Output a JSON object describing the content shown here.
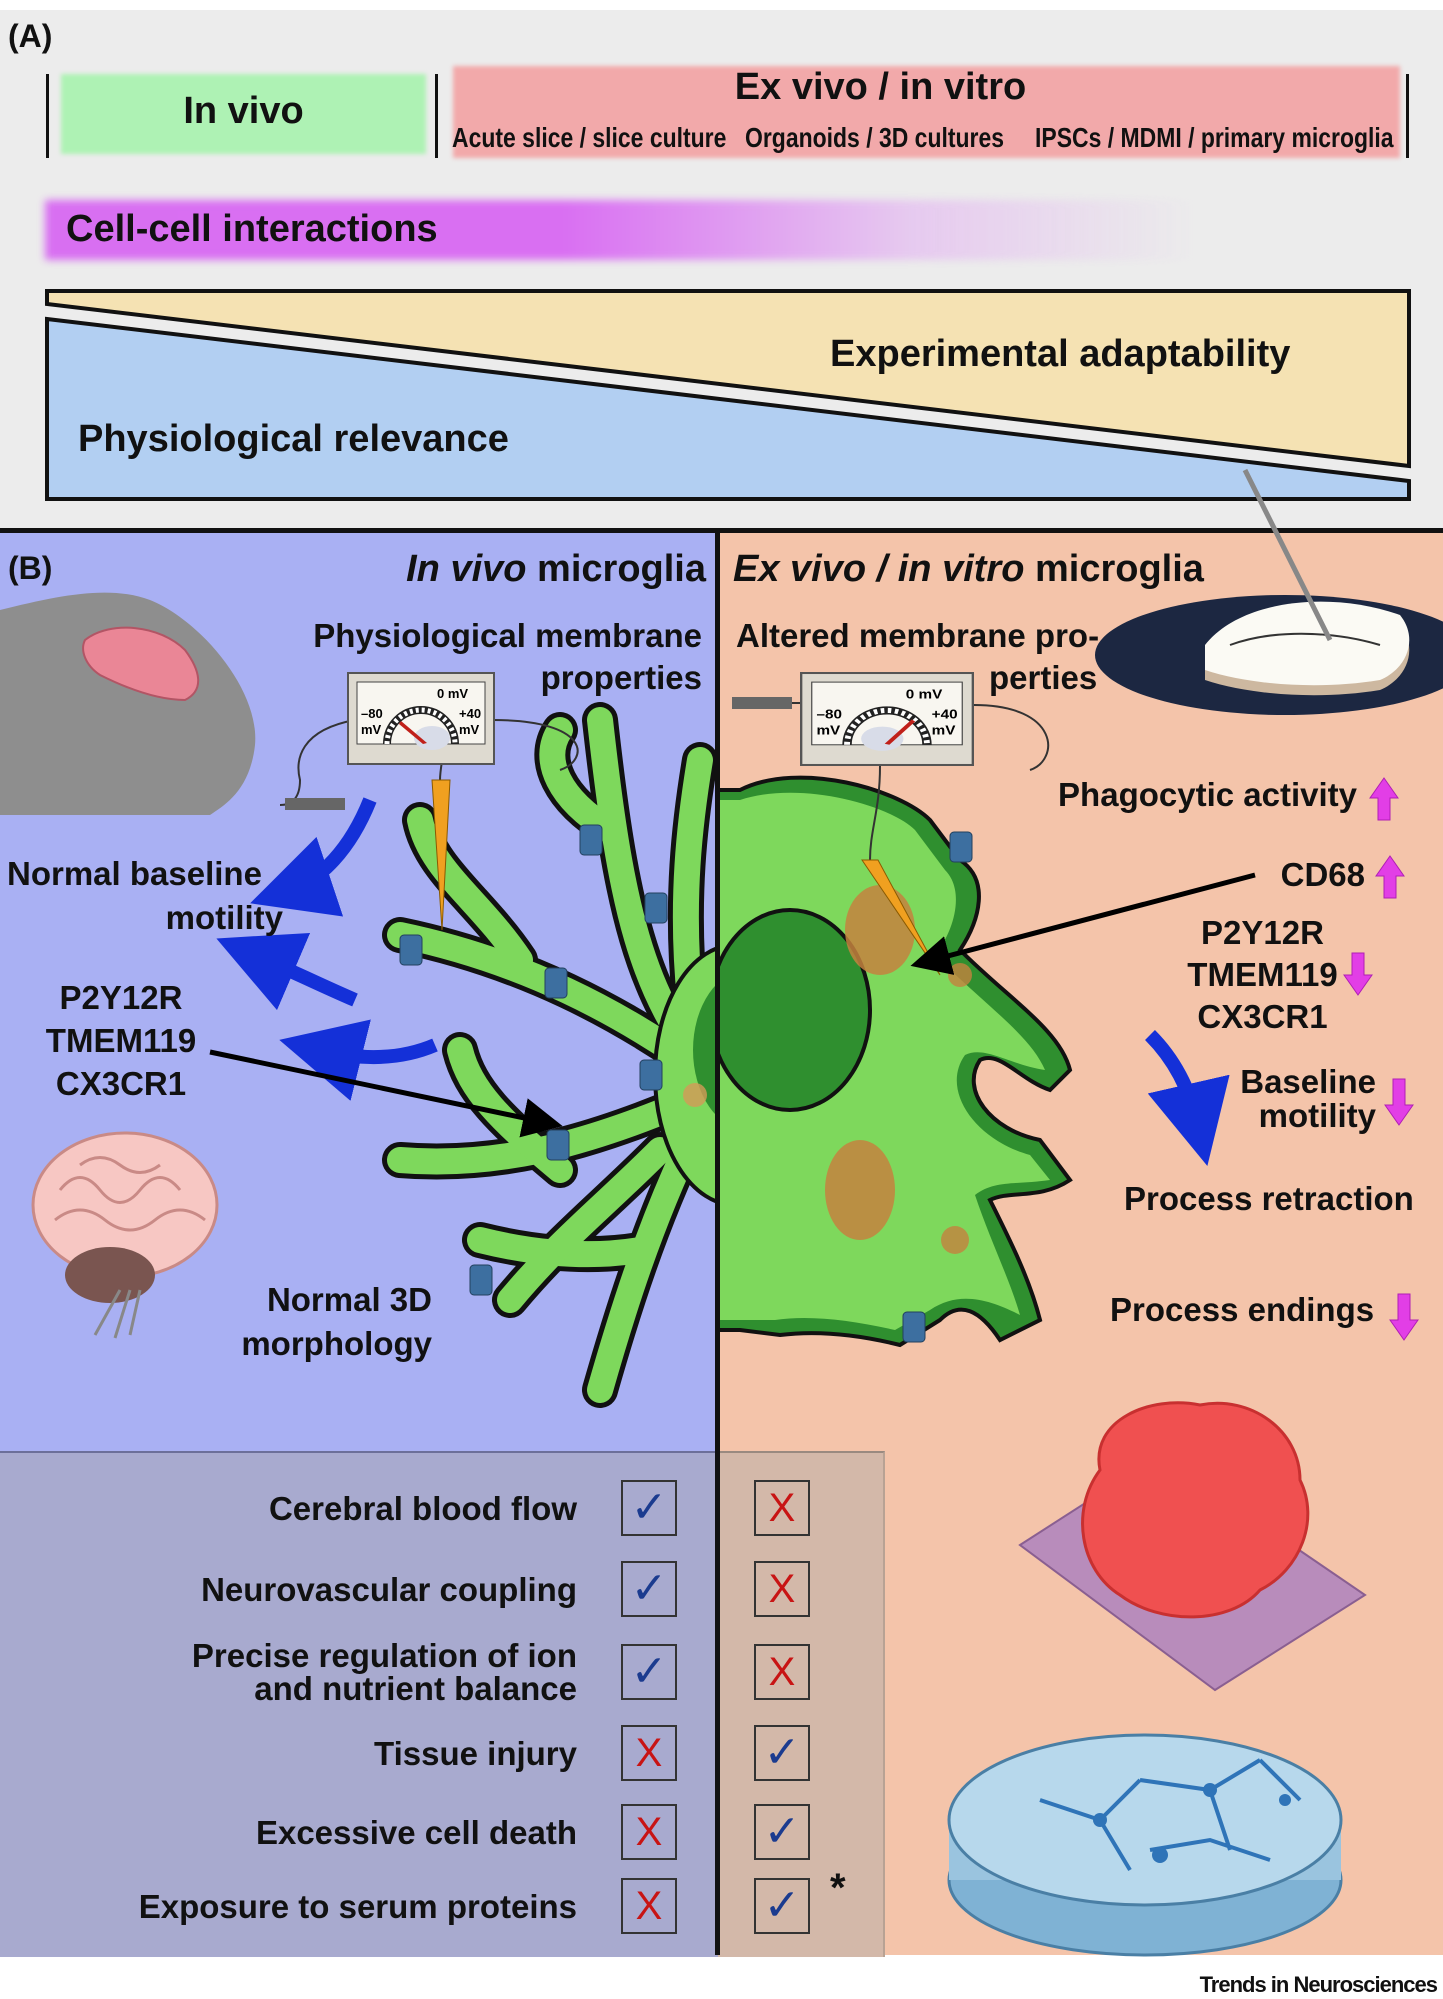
{
  "panel_a": {
    "label": "(A)",
    "in_vivo": "In vivo",
    "ex_vivo_title": "Ex vivo / in vitro",
    "ex_vivo_subtypes": [
      "Acute slice / slice culture",
      "Organoids / 3D cultures",
      "IPSCs / MDMI / primary microglia"
    ],
    "cell_cell": "Cell-cell interactions",
    "experimental_adaptability": "Experimental adaptability",
    "physiological_relevance": "Physiological relevance",
    "colors": {
      "in_vivo": "#aef2b4",
      "ex_vivo": "#f2a9aa",
      "cell_cell": "#d96ff2",
      "adaptability": "#f5e2b3",
      "relevance": "#b2cff2"
    }
  },
  "panel_b": {
    "label": "(B)",
    "left_title_italic": "In vivo",
    "left_title_rest": " microglia",
    "right_title_italic": "Ex vivo / in vitro",
    "right_title_rest": " microglia",
    "left_membrane": [
      "Physiological membrane",
      "properties"
    ],
    "right_membrane": [
      "Altered membrane pro-",
      "perties"
    ],
    "meter": {
      "zero": "0 mV",
      "min": "–80",
      "min_unit": "mV",
      "max": "+40",
      "max_unit": "mV"
    },
    "left_labels": {
      "motility": [
        "Normal baseline",
        "motility"
      ],
      "markers": [
        "P2Y12R",
        "TMEM119",
        "CX3CR1"
      ],
      "morphology": [
        "Normal 3D",
        "morphology"
      ]
    },
    "right_labels": {
      "phagocytic": "Phagocytic activity",
      "cd68": "CD68",
      "markers": [
        "P2Y12R",
        "TMEM119",
        "CX3CR1"
      ],
      "motility": [
        "Baseline",
        "motility"
      ],
      "retraction": "Process retraction",
      "endings": "Process endings"
    },
    "trend_icons": {
      "phagocytic": "arrow-up",
      "cd68": "arrow-up",
      "markers": "arrow-down",
      "motility": "arrow-down",
      "endings": "arrow-down"
    },
    "colors": {
      "left_bg": "#a9b0f3",
      "right_bg": "#f4c4aa",
      "cell_light": "#7ed85c",
      "cell_dark": "#2f8f2f",
      "trend_arrow": "#e23ee6",
      "motility_arrow": "#1430d8"
    }
  },
  "comparison": {
    "rows": [
      {
        "label": [
          "Cerebral blood flow"
        ],
        "in_vivo": "check",
        "ex_vivo": "cross"
      },
      {
        "label": [
          "Neurovascular coupling"
        ],
        "in_vivo": "check",
        "ex_vivo": "cross"
      },
      {
        "label": [
          "Precise regulation of ion",
          "and nutrient balance"
        ],
        "in_vivo": "check",
        "ex_vivo": "cross"
      },
      {
        "label": [
          "Tissue injury"
        ],
        "in_vivo": "cross",
        "ex_vivo": "check"
      },
      {
        "label": [
          "Excessive cell death"
        ],
        "in_vivo": "cross",
        "ex_vivo": "check"
      },
      {
        "label": [
          "Exposure to serum proteins"
        ],
        "in_vivo": "cross",
        "ex_vivo": "check"
      }
    ],
    "footnote_mark": "*",
    "symbols": {
      "check": "✓",
      "cross": "X"
    },
    "colors": {
      "left_bg": "#a8aacf",
      "right_bg": "#d3b8a9",
      "check": "#1b3b8f",
      "cross": "#c81414"
    }
  },
  "footer": {
    "journal": "Trends in Neurosciences"
  }
}
